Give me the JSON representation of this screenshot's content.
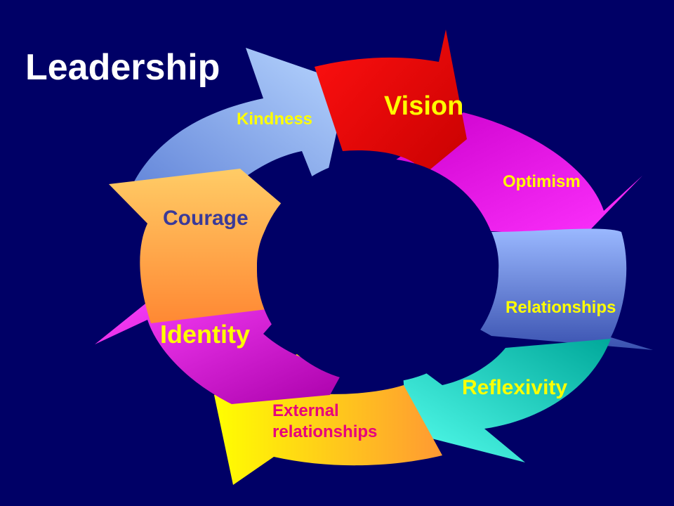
{
  "slide": {
    "title": "Leadership",
    "background_color": "#000066"
  },
  "cycle": {
    "segments": [
      {
        "key": "vision",
        "label": "Vision",
        "color": "#e0000f",
        "text_color": "#ffff00"
      },
      {
        "key": "optimism",
        "label": "Optimism",
        "color": "#ff00ff",
        "text_color": "#ffff00"
      },
      {
        "key": "relationships",
        "label": "Relationships",
        "color": "#5a7be0",
        "text_color": "#ffff00"
      },
      {
        "key": "reflexivity",
        "label": "Reflexivity",
        "color": "#00e6d2",
        "text_color": "#ffff00"
      },
      {
        "key": "external",
        "label": "External\nrelationships",
        "color": "#ffcc00",
        "text_color": "#e6007e"
      },
      {
        "key": "identity",
        "label": "Identity",
        "color": "#ff00ff",
        "text_color": "#ffff00"
      },
      {
        "key": "courage",
        "label": "Courage",
        "color": "#ffaa55",
        "text_color": "#3a3a99"
      },
      {
        "key": "kindness",
        "label": "Kindness",
        "color": "#8fb6ff",
        "text_color": "#ffff00"
      }
    ]
  }
}
